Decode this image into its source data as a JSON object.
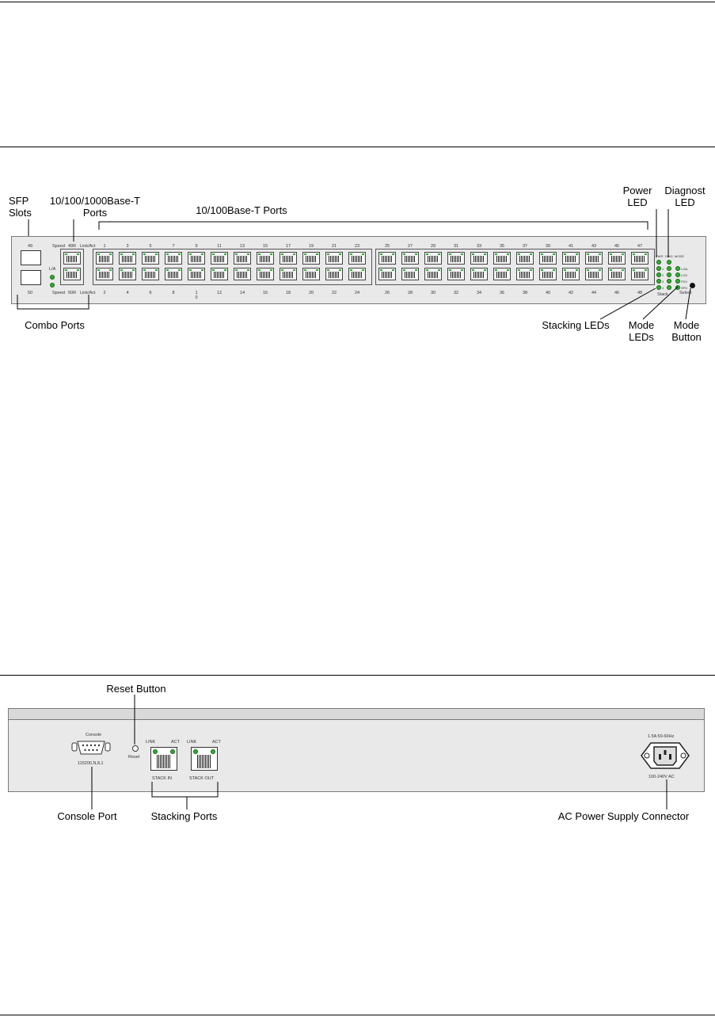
{
  "front": {
    "callouts": {
      "sfp_slots": "SFP\nSlots",
      "gig_ports": "10/100/1000Base-T\nPorts",
      "fast_ports": "10/100Base-T Ports",
      "power_led": "Power\nLED",
      "diag_led": "Diagnost\nLED",
      "combo_ports": "Combo Ports",
      "stacking_leds": "Stacking LEDs",
      "mode_leds": "Mode\nLEDs",
      "mode_button": "Mode\nButton"
    },
    "panel_text": {
      "sfp_top": "49",
      "sfp_bottom": "50",
      "la": "L/A",
      "speed_top": "Speed",
      "port49r": "49R",
      "linkact_top": "Link/Act",
      "speed_bottom": "Speed",
      "port50r": "50R",
      "linkact_bottom": "Link/Act",
      "stack": "Stack",
      "select": "Select",
      "pwr": "PWR",
      "diag": "DIAG",
      "mode": "MODE",
      "mode_items": [
        "L/A/L",
        "LOS",
        "FDX",
        "SPD"
      ],
      "stack_nums": [
        "1",
        "2",
        "3",
        "4"
      ]
    },
    "odd_ports": [
      "1",
      "3",
      "5",
      "7",
      "9",
      "11",
      "13",
      "15",
      "17",
      "19",
      "21",
      "23",
      "25",
      "27",
      "29",
      "31",
      "33",
      "35",
      "37",
      "39",
      "41",
      "43",
      "45",
      "47"
    ],
    "even_ports": [
      "2",
      "4",
      "6",
      "8",
      "1\n0",
      "12",
      "14",
      "16",
      "18",
      "20",
      "22",
      "24",
      "26",
      "28",
      "30",
      "32",
      "34",
      "36",
      "38",
      "40",
      "42",
      "44",
      "46",
      "48"
    ]
  },
  "rear": {
    "callouts": {
      "reset_button": "Reset Button",
      "console_port": "Console Port",
      "stacking_ports": "Stacking Ports",
      "ac_power": "AC Power Supply Connector"
    },
    "panel_text": {
      "console": "Console",
      "baud": "115200,N,8,1",
      "reset": "Reset",
      "link1": "LINK",
      "act1": "ACT",
      "stack_in": "STACK IN",
      "link2": "LINK",
      "act2": "ACT",
      "stack_out": "STACK OUT",
      "power_rating": "1.5A 50-60Hz",
      "voltage": "100-240V AC"
    }
  }
}
